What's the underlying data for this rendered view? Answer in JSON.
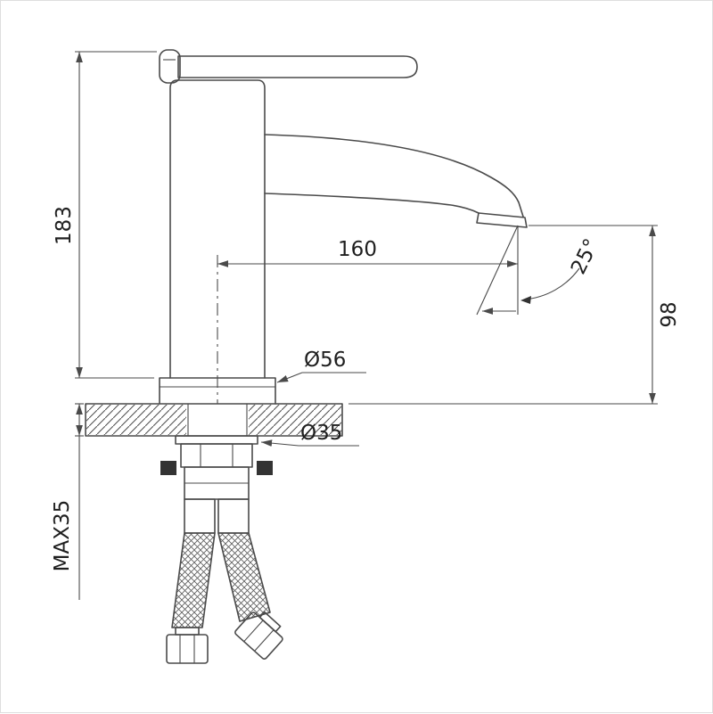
{
  "drawing": {
    "line_color": "#4a4a4a",
    "text_color": "#1f1f1f",
    "labels": {
      "total_height": "183",
      "spout_reach": "160",
      "spout_angle": "25°",
      "outlet_height": "98",
      "base_diameter": "Ø56",
      "mounting_hole_diameter": "Ø35",
      "max_counter_thickness": "MAX35"
    }
  }
}
